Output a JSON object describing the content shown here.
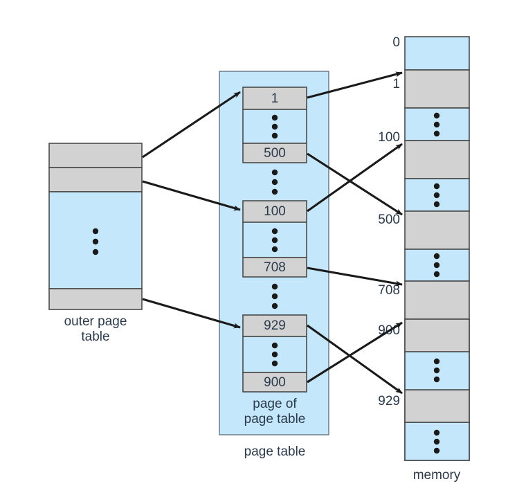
{
  "diagram": {
    "title": "Two-level paging / page table scheme",
    "colors": {
      "blue_fill": "#c5e7fb",
      "gray_fill": "#d2d2d2",
      "outline": "#4a4a4a",
      "thin_outline": "#5a6a78",
      "arrow": "#1a1a1a",
      "text": "#2b3a4a",
      "background": "#ffffff"
    }
  },
  "outer_page_table": {
    "caption_line1": "outer page",
    "caption_line2": "table",
    "entries": [
      {
        "id": "outer-entry-1",
        "type": "gray",
        "label": ""
      },
      {
        "id": "outer-entry-2",
        "type": "gray",
        "label": ""
      },
      {
        "id": "outer-body",
        "type": "blue",
        "label": "",
        "has_dots": true
      },
      {
        "id": "outer-entry-3",
        "type": "gray",
        "label": ""
      }
    ]
  },
  "page_of_page_table": {
    "caption_line1": "page of",
    "caption_line2": "page table",
    "outer_caption": "page table",
    "groups": [
      {
        "id": "group-1",
        "top_label": "1",
        "bottom_label": "500",
        "has_dots_inside": true,
        "has_dots_below": true
      },
      {
        "id": "group-2",
        "top_label": "100",
        "bottom_label": "708",
        "has_dots_inside": true,
        "has_dots_below": true
      },
      {
        "id": "group-3",
        "top_label": "929",
        "bottom_label": "900",
        "has_dots_inside": true,
        "has_dots_below": false
      }
    ]
  },
  "memory": {
    "caption": "memory",
    "frames": [
      {
        "id": "frame-0",
        "address": "0",
        "type": "blue",
        "has_dots": false
      },
      {
        "id": "frame-1",
        "address": "1",
        "type": "gray",
        "has_dots": false
      },
      {
        "id": "frame-gap1",
        "address": "",
        "type": "blue",
        "has_dots": true
      },
      {
        "id": "frame-100",
        "address": "100",
        "type": "gray",
        "has_dots": false
      },
      {
        "id": "frame-gap2",
        "address": "",
        "type": "blue",
        "has_dots": true
      },
      {
        "id": "frame-500",
        "address": "500",
        "type": "gray",
        "has_dots": false
      },
      {
        "id": "frame-gap3",
        "address": "",
        "type": "blue",
        "has_dots": true
      },
      {
        "id": "frame-708",
        "address": "708",
        "type": "gray",
        "has_dots": false
      },
      {
        "id": "frame-gap4",
        "address": "",
        "type": "blue",
        "has_dots": true
      },
      {
        "id": "frame-900",
        "address": "900",
        "type": "gray",
        "has_dots": false
      },
      {
        "id": "frame-gap5",
        "address": "",
        "type": "blue",
        "has_dots": true
      },
      {
        "id": "frame-929",
        "address": "929",
        "type": "gray",
        "has_dots": false
      },
      {
        "id": "frame-gap6",
        "address": "",
        "type": "blue",
        "has_dots": true
      }
    ]
  },
  "arrows": [
    {
      "id": "arrow-outer1-to-group1",
      "from": "outer-entry-1",
      "to": "group-1-top"
    },
    {
      "id": "arrow-outer2-to-group2",
      "from": "outer-entry-2",
      "to": "group-2-top"
    },
    {
      "id": "arrow-outer3-to-group3",
      "from": "outer-entry-3",
      "to": "group-3-top"
    },
    {
      "id": "arrow-1-to-mem1",
      "from": "group-1-top",
      "to": "frame-1"
    },
    {
      "id": "arrow-500-to-mem500",
      "from": "group-1-bottom",
      "to": "frame-500"
    },
    {
      "id": "arrow-100-to-mem100",
      "from": "group-2-top",
      "to": "frame-100"
    },
    {
      "id": "arrow-708-to-mem708",
      "from": "group-2-bottom",
      "to": "frame-708"
    },
    {
      "id": "arrow-929-to-mem929",
      "from": "group-3-top",
      "to": "frame-929"
    },
    {
      "id": "arrow-900-to-mem900",
      "from": "group-3-bottom",
      "to": "frame-900"
    }
  ]
}
